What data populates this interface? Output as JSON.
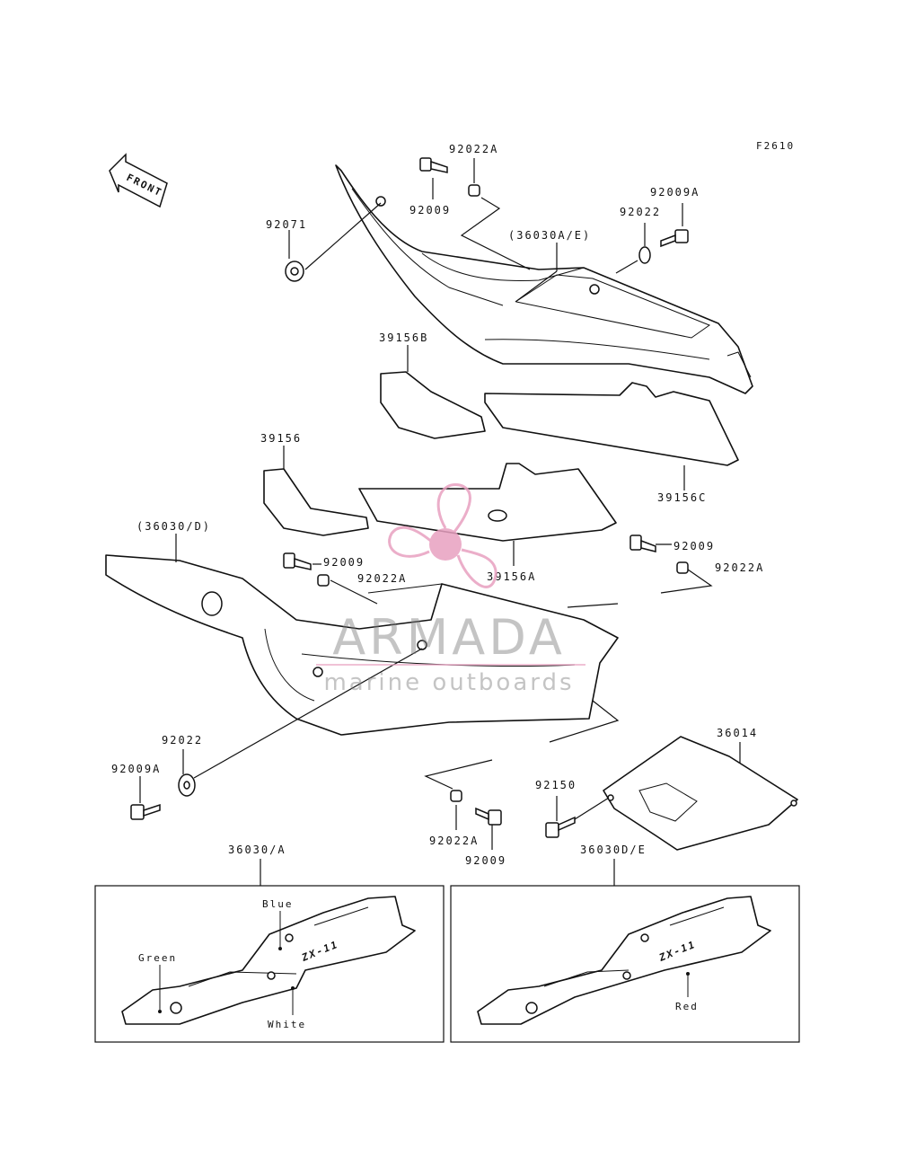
{
  "figure_code": "F2610",
  "front_label": "FRONT",
  "parts": {
    "p92022A_top": "92022A",
    "p92009_top": "92009",
    "p92071": "92071",
    "p36030AE": "(36030A/E)",
    "p92009A_tr": "92009A",
    "p92022_tr": "92022",
    "p39156B": "39156B",
    "p39156": "39156",
    "p39156C": "39156C",
    "p36030D": "(36030/D)",
    "p92009_mid": "92009",
    "p92022A_mid": "92022A",
    "p39156A": "39156A",
    "p92009_r": "92009",
    "p92022A_r": "92022A",
    "p36014": "36014",
    "p92022_l": "92022",
    "p92009A_l": "92009A",
    "p92150": "92150",
    "p92022A_bot": "92022A",
    "p92009_bot": "92009",
    "p36030A": "36030/A",
    "p36030DE": "36030D/E"
  },
  "variant_a": {
    "decal": "ZX-11",
    "color_blue": "Blue",
    "color_green": "Green",
    "color_white": "White"
  },
  "variant_de": {
    "decal": "ZX-11",
    "color_red": "Red"
  },
  "watermark": {
    "brand": "ARMADA",
    "tagline": "marine outboards",
    "color": "#e8a0c0"
  }
}
